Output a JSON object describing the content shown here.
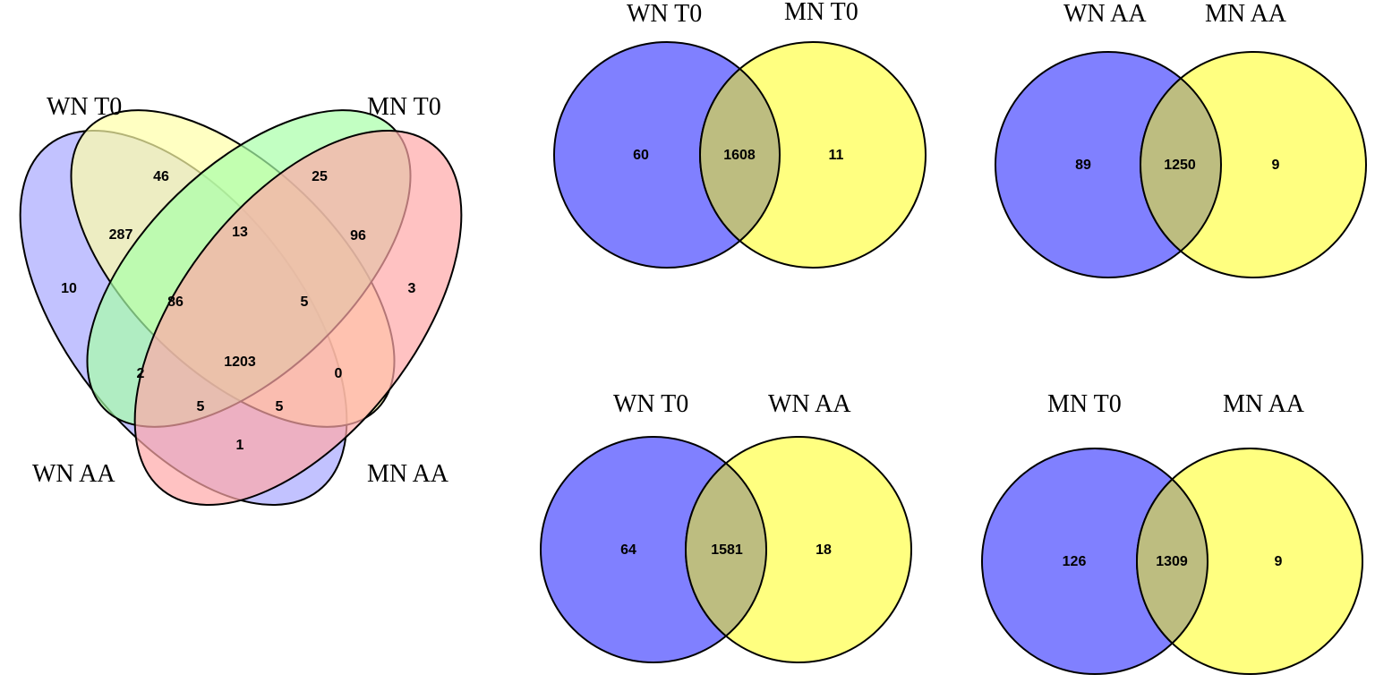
{
  "colors": {
    "blue": "#8080ff",
    "yellow": "#ffff80",
    "four_blue": "#a8a8ff",
    "four_yellow": "#ffffa8",
    "four_green": "#a8ffa8",
    "four_red": "#ffa8a8"
  },
  "four_way": {
    "labels": {
      "wn_t0": "WN T0",
      "mn_t0": "MN T0",
      "wn_aa": "WN AA",
      "mn_aa": "MN AA"
    },
    "counts": {
      "wn_aa_only": "10",
      "wn_t0_only": "46",
      "mn_t0_only": "25",
      "mn_aa_only": "3",
      "wn_aa_wn_t0": "287",
      "wn_t0_mn_t0": "13",
      "mn_t0_mn_aa": "96",
      "wn_aa_wn_t0_mn_t0": "86",
      "wn_t0_mn_t0_mn_aa": "5",
      "all_four": "1203",
      "wn_aa_mn_t0": "2",
      "wn_t0_mn_aa": "0",
      "wn_aa_mn_t0_mn_aa": "5",
      "wn_aa_wn_t0_mn_aa": "5",
      "wn_aa_mn_aa": "1"
    }
  },
  "pairs": [
    {
      "left_label": "WN T0",
      "right_label": "MN T0",
      "left_only": "60",
      "both": "1608",
      "right_only": "11"
    },
    {
      "left_label": "WN AA",
      "right_label": "MN AA",
      "left_only": "89",
      "both": "1250",
      "right_only": "9"
    },
    {
      "left_label": "WN T0",
      "right_label": "WN AA",
      "left_only": "64",
      "both": "1581",
      "right_only": "18"
    },
    {
      "left_label": "MN T0",
      "right_label": "MN AA",
      "left_only": "126",
      "both": "1309",
      "right_only": "9"
    }
  ]
}
